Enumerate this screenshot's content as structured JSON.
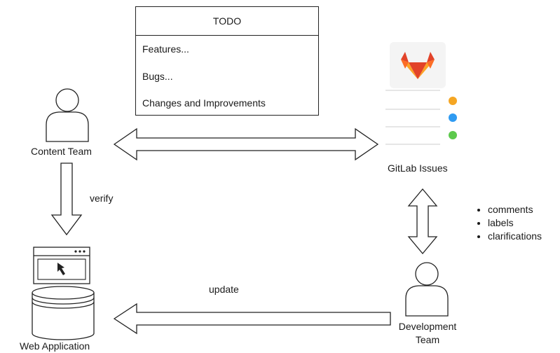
{
  "todo": {
    "title": "TODO",
    "items": [
      "Features...",
      "Bugs...",
      "Changes and Improvements"
    ]
  },
  "nodes": {
    "content_team": "Content Team",
    "gitlab_issues": "GitLab Issues",
    "web_application": "Web Application",
    "development_team_line1": "Development",
    "development_team_line2": "Team"
  },
  "edges": {
    "verify": "verify",
    "update": "update"
  },
  "dev_notes": [
    "comments",
    "labels",
    "clarifications"
  ],
  "colors": {
    "stroke": "#222222",
    "gitlab_orange": "#fc6d26",
    "gitlab_red": "#e24329",
    "gitlab_light": "#fca326",
    "dot_orange": "#f5a623",
    "dot_blue": "#2f9bf2",
    "dot_green": "#5cc94c"
  },
  "icons": [
    "person-icon",
    "gitlab-logo-icon",
    "browser-window-icon",
    "cursor-icon",
    "database-icon"
  ]
}
